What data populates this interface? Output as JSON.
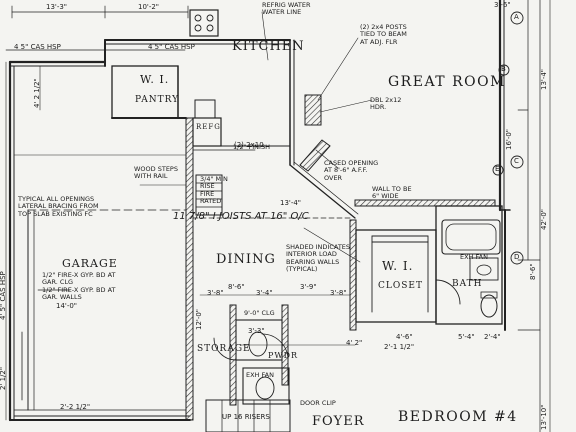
{
  "rooms": {
    "kitchen": "KITCHEN",
    "great_room": "GREAT ROOM",
    "pantry": "PANTRY",
    "pantry_wi": "W. I.",
    "dining": "DINING",
    "garage": "GARAGE",
    "wi_closet_wi": "W. I.",
    "wi_closet": "CLOSET",
    "bath": "BATH",
    "storage": "STORAGE",
    "foyer": "FOYER",
    "bedroom": "BEDROOM #4",
    "refg": "REFG",
    "pwdr": "PWDR"
  },
  "notes": {
    "refrig_water": "REFRIG WATER\nWATER LINE",
    "columns": "(2) 2x4 POSTS\nTIED TO BEAM\nAT ADJ. FLR",
    "header": "DBL 2x12\nHDR.",
    "cased_opening": "CASED OPENING\nAT 8'-6\" A.F.F.\nOVER",
    "wall_6": "WALL TO BE\n6\" WIDE",
    "joists": "11 7/8\" I JOISTS AT 16\" O/C",
    "shaded": "SHADED INDICATES\nINTERIOR LOAD\nBEARING WALLS\n(TYPICAL)",
    "garage_wall": "1/2\" FIRE-X GYP. BD AT\nGAR. CLG\n1/2\" FIRE-X GYP. BD AT\nGAR. WALLS",
    "firewall": "TYPICAL ALL OPENINGS\nLATERAL BRACING FROM\nTOP SLAB EXISTING FC",
    "stairs": "WOOD STEPS\nWITH RAIL",
    "min_rise": "3/4\" MIN\nRISE\nFIRE\nRATED",
    "soffit": "1/2\" FINISH",
    "clg_height": "9'-0\" CLG",
    "exh_fan": "EXH FAN",
    "bath_fan": "EXH FAN",
    "door_clip": "DOOR CLIP"
  },
  "dims": {
    "top_left": "13'-3\"",
    "top_mid": "10'-2\"",
    "top_right": "3'-6\"",
    "ws_left": "4 5\" CAS HSP",
    "ws_mid": "4 5\" CAS HSP",
    "kitchen_opening": "(2) 2x10",
    "beam_dim": "13'-4\"",
    "garage_span": "14'-0\"",
    "left_vert_1": "4' 2 1/2\"",
    "left_vert_2": "2' 1/2\"",
    "right_42": "42'-0\"",
    "right_13": "13'-4\"",
    "right_16": "16'-0\"",
    "right_8": "8'-6\"",
    "stor_3_1": "3'-8\"",
    "stor_3_2": "3'-4\"",
    "stor_3_3": "3'-8\"",
    "stor_3_4": "3'-3\"",
    "closet_1": "4'-6\"",
    "closet_2": "5'-4\"",
    "closet_3": "2'-1 1/2\"",
    "bath_w": "2'-4\"",
    "garage_bottom": "2'-2 1/2\"",
    "dining_left": "12'-0\"",
    "dining_s1": "8'-6\"",
    "dining_s2": "3'-9\"",
    "right_13_10": "13'-10\"",
    "left_bottom": "4' 5\" CAS HSP",
    "right_bottom": "4' 2\"",
    "up_stairs": "UP 16 RISERS"
  },
  "markers": {
    "col_a": "A",
    "col_b": "B",
    "col_c": "C",
    "col_d": "D",
    "col_e": "E"
  }
}
